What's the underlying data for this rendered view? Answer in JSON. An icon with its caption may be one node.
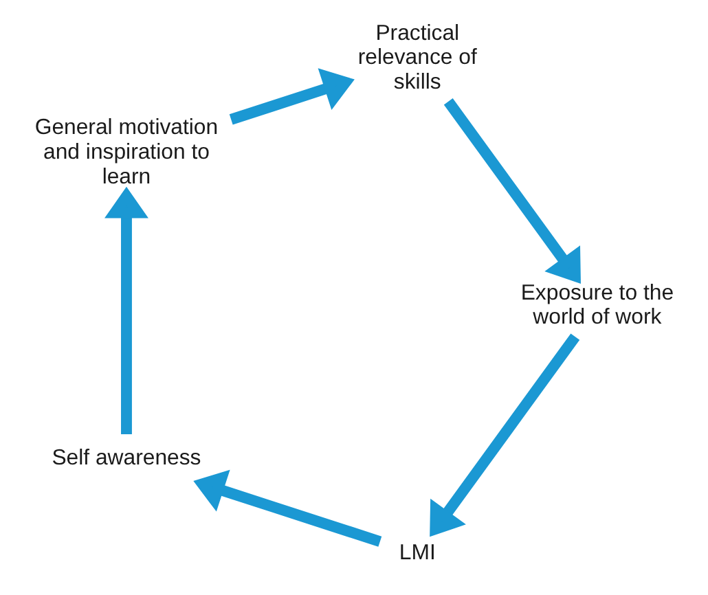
{
  "diagram": {
    "nodes": [
      {
        "text": [
          "LMI"
        ]
      },
      {
        "text": [
          "Self awareness"
        ]
      },
      {
        "text": [
          "General motivation and inspiration to learn"
        ]
      },
      {
        "text": [
          "Practical relevance of skills"
        ]
      },
      {
        "text": [
          "Exposure to the world of work"
        ]
      }
    ],
    "edges": [
      {
        "from": 0,
        "to": 1,
        "arrow": "to"
      },
      {
        "from": 1,
        "to": 2,
        "arrow": "to"
      },
      {
        "from": 2,
        "to": 3,
        "arrow": "to"
      },
      {
        "from": 3,
        "to": 4,
        "arrow": "to"
      },
      {
        "from": 4,
        "to": 0,
        "arrow": "to"
      }
    ]
  }
}
